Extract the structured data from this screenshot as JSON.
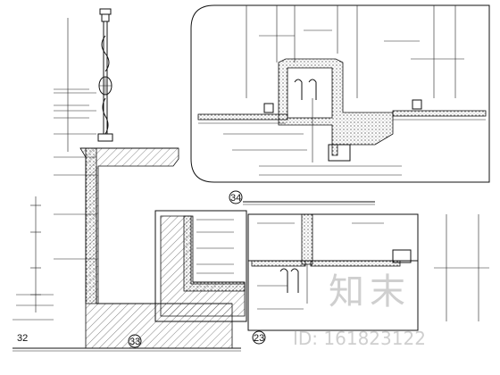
{
  "details": {
    "d32": {
      "number": "32"
    },
    "d33": {
      "number": "33"
    },
    "d34": {
      "number": "34"
    },
    "d23": {
      "number": "23"
    }
  },
  "watermark": {
    "brand": "知末",
    "id_text": "ID: 161823122",
    "color": "#cfcfcf"
  },
  "colors": {
    "line": "#111111",
    "background": "#ffffff"
  }
}
